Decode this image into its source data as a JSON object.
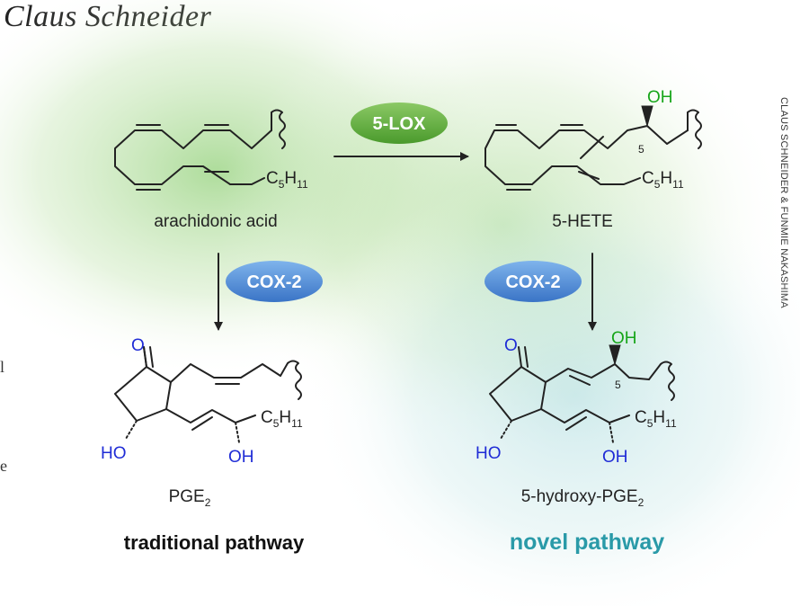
{
  "author": "Claus Schneider",
  "credit": "CLAUS SCHNEIDER & FUNMIE NAKASHIMA",
  "clipped_text": [
    "l",
    "e"
  ],
  "molecules": {
    "arachidonic_acid": {
      "name": "arachidonic acid",
      "substituent": "C",
      "sub_5": "5",
      "sub_11": "H",
      "sub_11b": "11"
    },
    "hete": {
      "name": "5-HETE",
      "oh": "OH",
      "position": "5",
      "substituent": "C",
      "sub_5": "5",
      "sub_11": "H",
      "sub_11b": "11"
    },
    "pge2": {
      "name_main": "PGE",
      "name_sub": "2",
      "ketone": "O",
      "ho": "HO",
      "oh": "OH",
      "substituent": "C",
      "sub_5": "5",
      "sub_11": "H",
      "sub_11b": "11"
    },
    "hydroxy_pge2": {
      "name_main": "5-hydroxy-PGE",
      "name_sub": "2",
      "ketone": "O",
      "ho": "HO",
      "oh_bottom": "OH",
      "oh_top": "OH",
      "position": "5",
      "substituent": "C",
      "sub_5": "5",
      "sub_11": "H",
      "sub_11b": "11"
    }
  },
  "enzymes": {
    "lox": "5-LOX",
    "cox_left": "COX-2",
    "cox_right": "COX-2"
  },
  "pathways": {
    "traditional": "traditional pathway",
    "novel": "novel pathway"
  },
  "colors": {
    "lox_green": "#5aa63a",
    "cox_blue": "#3f7fd0",
    "novel_teal": "#2a9aa8",
    "oxygen_blue": "#1f2cd6",
    "oh_green": "#17a51a"
  }
}
